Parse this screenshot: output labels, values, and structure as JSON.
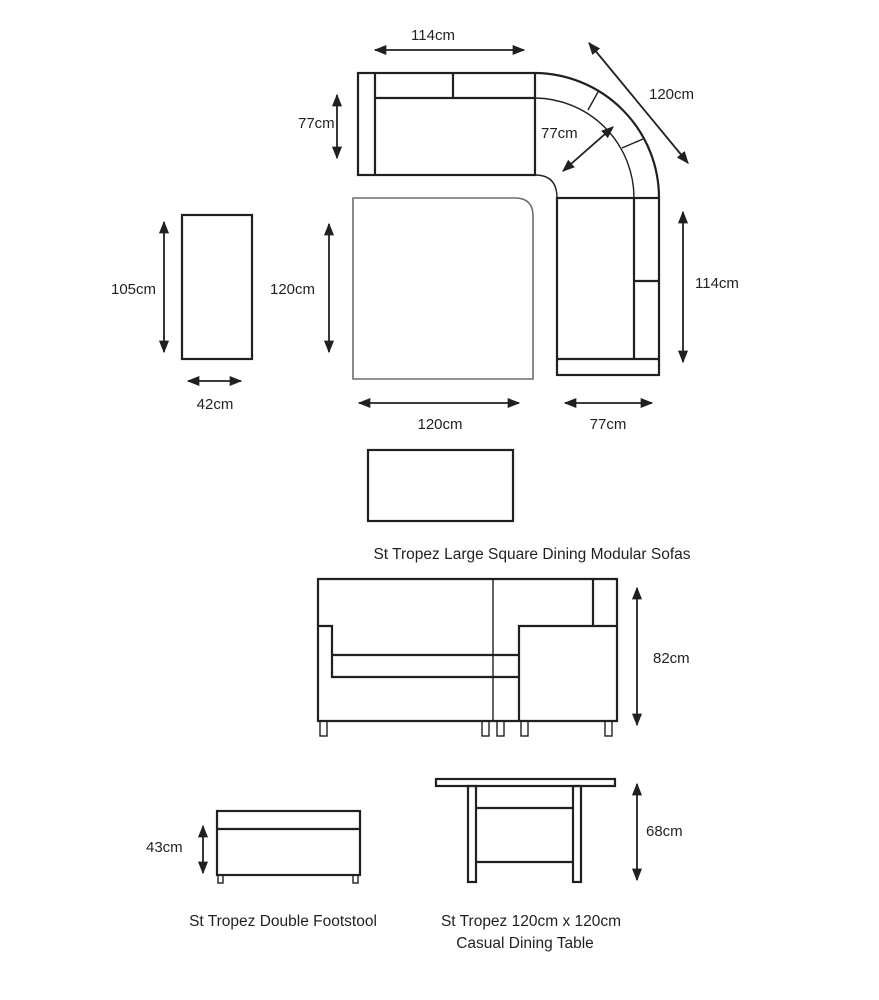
{
  "dimensions": {
    "top_sofa_width": "114cm",
    "top_sofa_depth": "77cm",
    "corner_diagonal": "120cm",
    "corner_depth": "77cm",
    "right_sofa_length": "114cm",
    "right_sofa_depth": "77cm",
    "footstool_length": "105cm",
    "footstool_width": "42cm",
    "table_depth": "120cm",
    "table_width": "120cm",
    "sofa_height": "82cm",
    "footstool_height": "43cm",
    "table_height": "68cm"
  },
  "captions": {
    "sofas": "St Tropez Large Square Dining Modular Sofas",
    "footstool": "St Tropez Double Footstool",
    "table_line1": "St Tropez 120cm x 120cm",
    "table_line2": "Casual Dining Table"
  }
}
